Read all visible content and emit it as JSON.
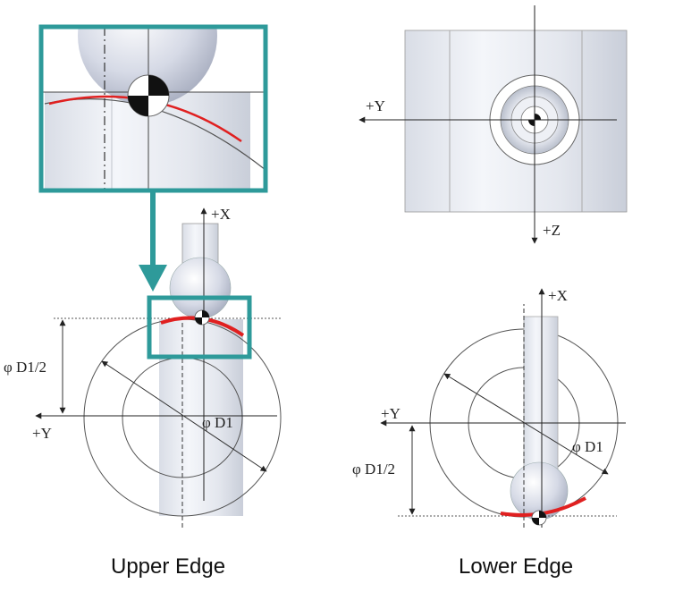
{
  "captions": {
    "upper": "Upper Edge",
    "lower": "Lower Edge"
  },
  "labels": {
    "top_view_y": "+Y",
    "top_view_z": "+Z",
    "upper_x": "+X",
    "upper_y": "+Y",
    "upper_radius": "φ D1/2",
    "upper_diameter": "φ D1",
    "lower_x": "+X",
    "lower_y": "+Y",
    "lower_radius": "φ D1/2",
    "lower_diameter": "φ D1"
  },
  "colors": {
    "highlight_box": "#2e9a9a",
    "edge_arc": "#e02020",
    "line": "#333333"
  }
}
